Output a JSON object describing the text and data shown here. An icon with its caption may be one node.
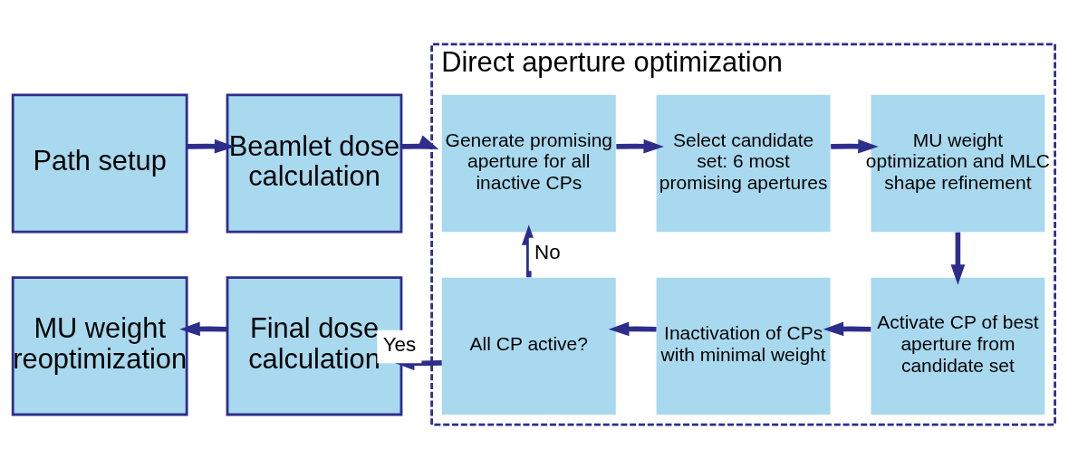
{
  "diagram": {
    "nodes": [
      {
        "text": [
          "Path setup"
        ]
      },
      {
        "text": [
          "Beamlet dose calculation"
        ]
      },
      {
        "text": [
          "Direct aperture optimization"
        ]
      },
      {
        "text": [
          "Generate promising aperture for all inactive CPs"
        ],
        "in": 2
      },
      {
        "text": [
          "Select candidate set: 6 most promising apertures"
        ],
        "in": 2
      },
      {
        "text": [
          "MU weight optimization and MLC shape refinement"
        ],
        "in": 2
      },
      {
        "text": [
          "Activate CP of best aperture from candidate set"
        ],
        "in": 2
      },
      {
        "text": [
          "Inactivation of CPs with minimal weight"
        ],
        "in": 2
      },
      {
        "text": [
          "All CP active?"
        ],
        "in": 2
      },
      {
        "text": [
          "Final dose calculation"
        ]
      },
      {
        "text": [
          "MU weight reoptimization"
        ]
      }
    ],
    "edges": [
      {
        "from": 0,
        "to": 1,
        "arrow": "to"
      },
      {
        "from": 1,
        "to": 2,
        "arrow": "to"
      },
      {
        "from": 3,
        "to": 4,
        "arrow": "to"
      },
      {
        "from": 4,
        "to": 5,
        "arrow": "to"
      },
      {
        "from": 5,
        "to": 6,
        "arrow": "to"
      },
      {
        "from": 6,
        "to": 7,
        "arrow": "to"
      },
      {
        "from": 7,
        "to": 8,
        "arrow": "to"
      },
      {
        "from": 8,
        "to": 3,
        "arrow": "to",
        "label": "No"
      },
      {
        "from": 8,
        "to": 9,
        "arrow": "to",
        "label": "Yes"
      },
      {
        "from": 9,
        "to": 10,
        "arrow": "to"
      }
    ]
  }
}
